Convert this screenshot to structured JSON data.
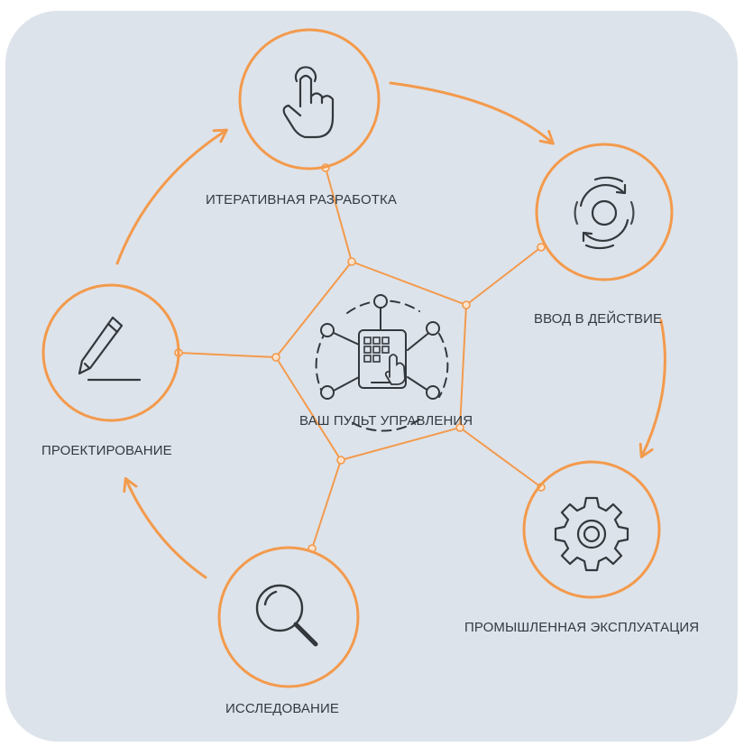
{
  "center": {
    "label": "ВАШ ПУЛЬТ УПРАВЛЕНИЯ",
    "icon": "tablet-network-icon"
  },
  "stages": [
    {
      "label": "ИТЕРАТИВНАЯ РАЗРАБОТКА",
      "icon": "hand-pointer-icon"
    },
    {
      "label": "ВВОД В ДЕЙСТВИЕ",
      "icon": "refresh-cycle-icon"
    },
    {
      "label": "ПРОМЫШЛЕННАЯ ЭКСПЛУАТАЦИЯ",
      "icon": "gear-icon"
    },
    {
      "label": "ИССЛЕДОВАНИЕ",
      "icon": "magnifier-icon"
    },
    {
      "label": "ПРОЕКТИРОВАНИЕ",
      "icon": "pencil-icon"
    }
  ],
  "colors": {
    "accent": "#f39a4c",
    "background": "#dde3ea",
    "icon": "#33383d",
    "text": "#333a40"
  }
}
